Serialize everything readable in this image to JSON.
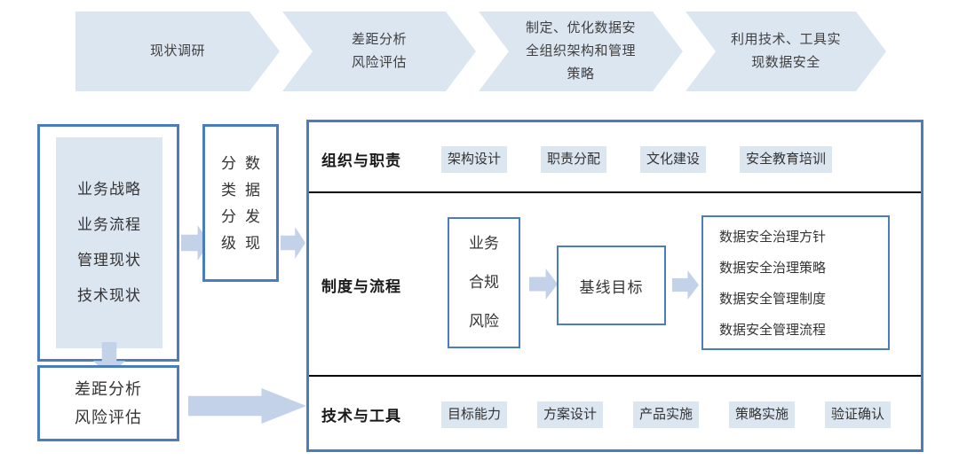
{
  "colors": {
    "accent_border": "#4A7EBB",
    "light_fill": "#DCE6F1",
    "arrow": "#C3D2E9",
    "divider": "#000000",
    "text": "#333333"
  },
  "process_band": {
    "steps": [
      {
        "id": "step-1",
        "lines": [
          "现状调研"
        ]
      },
      {
        "id": "step-2",
        "lines": [
          "差距分析",
          "风险评估"
        ]
      },
      {
        "id": "step-3",
        "lines": [
          "制定、优化数据安",
          "全组织架构和管理",
          "策略"
        ]
      },
      {
        "id": "step-4",
        "lines": [
          "利用技术、工具实",
          "现数据安全"
        ]
      }
    ]
  },
  "left_column": {
    "current_state_box": {
      "items": [
        "业务战略",
        "业务流程",
        "管理现状",
        "技术现状"
      ]
    },
    "gap_box": {
      "lines": [
        "差距分析",
        "风险评估"
      ]
    },
    "down_arrow": "down-arrow",
    "right_arrow": "right-arrow",
    "long_arrow": "long-right-arrow"
  },
  "discovery_box": {
    "column_right": [
      "数",
      "据",
      "发",
      "现"
    ],
    "column_left": [
      "分",
      "类",
      "分",
      "级"
    ],
    "arrow": "right-arrow"
  },
  "panel": {
    "rows": [
      {
        "id": "row-organization",
        "label": "组织与职责",
        "tags": [
          "架构设计",
          "职责分配",
          "文化建设",
          "安全教育培训"
        ]
      },
      {
        "id": "row-policy",
        "label": "制度与流程",
        "source_box": [
          "业务",
          "合规",
          "风险"
        ],
        "middle_box": "基线目标",
        "outputs": [
          "数据安全治理方针",
          "数据安全治理策略",
          "数据安全管理制度",
          "数据安全管理流程"
        ],
        "arrow_1": "right-arrow",
        "arrow_2": "right-arrow"
      },
      {
        "id": "row-technology",
        "label": "技术与工具",
        "tags": [
          "目标能力",
          "方案设计",
          "产品实施",
          "策略实施",
          "验证确认"
        ]
      }
    ]
  }
}
